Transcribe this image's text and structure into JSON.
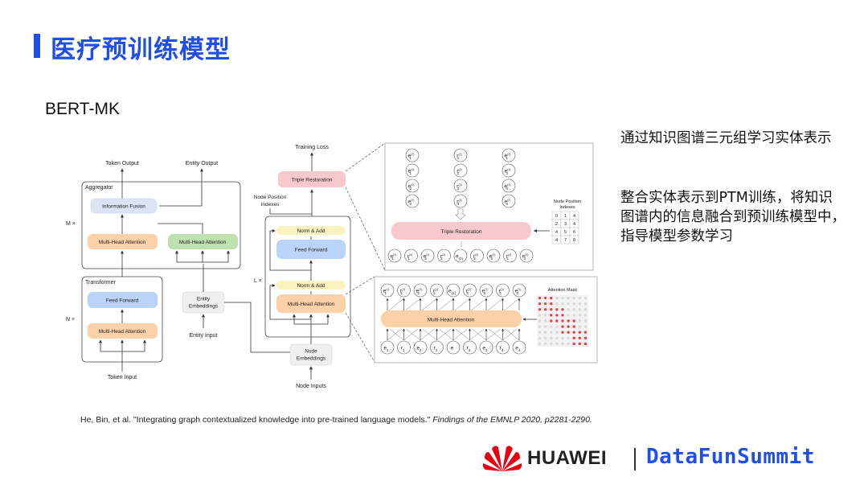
{
  "slide": {
    "title": "医疗预训练模型",
    "subtitle": "BERT-MK",
    "bullets": [
      "通过知识图谱三元组学习实体表示",
      "整合实体表示到PTM训练，将知识图谱内的信息融合到预训练模型中，指导模型参数学习"
    ],
    "citation_main": "He, Bin, et al. \"Integrating graph contextualized knowledge into pre-trained language models.\"",
    "citation_italic": "Findings of the EMNLP 2020, p2281-2290."
  },
  "diagram": {
    "left": {
      "token_output": "Token Output",
      "entity_output": "Entity Output",
      "aggregator": "Aggregator",
      "information_fusion": "Information Fusion",
      "mha_token": "Multi-Head Attention",
      "mha_entity": "Multi-Head Attention",
      "m_times": "M ×",
      "transformer": "Transformer",
      "feed_forward": "Feed Forward",
      "mha_transformer": "Multi-Head Attention",
      "n_times": "N ×",
      "entity_emb_1": "Entity",
      "entity_emb_2": "Embeddings",
      "entity_input": "Entity Input",
      "token_input": "Token Input"
    },
    "middle": {
      "training_loss": "Training Loss",
      "triple_restoration": "Triple Restoration",
      "node_pos_1": "Node Position",
      "node_pos_2": "Indexes",
      "norm_add_top": "Norm & Add",
      "feed_forward": "Feed Forward",
      "l_times": "L ×",
      "norm_add_bottom": "Norm & Add",
      "mha": "Multi-Head Attention",
      "node_emb_1": "Node",
      "node_emb_2": "Embeddings",
      "node_inputs": "Node Inputs"
    },
    "right_top": {
      "triple_restoration": "Triple Restoration",
      "node_pos_1": "Node Position",
      "node_pos_2": "Indexes",
      "index_grid": [
        "0",
        "1",
        "4",
        "2",
        "3",
        "4",
        "4",
        "5",
        "6",
        "4",
        "7",
        "8"
      ],
      "grid_symbols": [
        [
          "e",
          "1",
          "(2)"
        ],
        [
          "r",
          "1",
          "(2)"
        ],
        [
          "e",
          "1",
          "(2)"
        ],
        [
          "e",
          "1",
          "(2)"
        ],
        [
          "r",
          "2",
          "(2)"
        ],
        [
          "e",
          "3",
          "(2)"
        ],
        [
          "e",
          "2",
          "(2)"
        ],
        [
          "r",
          "3",
          "(2)"
        ],
        [
          "e",
          "4",
          "(2)"
        ],
        [
          "e",
          "3",
          "(2)"
        ],
        [
          "r",
          "4",
          "(2)"
        ],
        [
          "e",
          "4",
          "(2)"
        ]
      ],
      "bottom_row": [
        [
          "e",
          "1",
          "(2)"
        ],
        [
          "r",
          "1",
          "(2)"
        ],
        [
          "e",
          "2",
          "(2)"
        ],
        [
          "r",
          "2",
          "(2)"
        ],
        [
          "e",
          "(2)",
          ""
        ],
        [
          "r",
          "3",
          "(2)"
        ],
        [
          "e",
          "3",
          "(2)"
        ],
        [
          "r",
          "4",
          "(2)"
        ],
        [
          "e",
          "4",
          "(2)"
        ]
      ]
    },
    "right_bottom": {
      "attention_mask": "Attention Mask",
      "mha": "Multi-Head Attention",
      "top_row": [
        [
          "e",
          "1",
          "(1)"
        ],
        [
          "r",
          "1",
          "(1)"
        ],
        [
          "e",
          "2",
          "(1)"
        ],
        [
          "r",
          "2",
          "(1)"
        ],
        [
          "e",
          "(1)",
          ""
        ],
        [
          "r",
          "3",
          "(1)"
        ],
        [
          "e",
          "3",
          "(1)"
        ],
        [
          "r",
          "4",
          "(1)"
        ],
        [
          "e",
          "4",
          "(1)"
        ]
      ],
      "bottom_row": [
        [
          "e",
          "1",
          ""
        ],
        [
          "r",
          "1",
          ""
        ],
        [
          "e",
          "2",
          ""
        ],
        [
          "r",
          "2",
          ""
        ],
        [
          "e",
          "",
          ""
        ],
        [
          "r",
          "3",
          ""
        ],
        [
          "e",
          "3",
          ""
        ],
        [
          "r",
          "4",
          ""
        ],
        [
          "e",
          "4",
          ""
        ]
      ]
    }
  },
  "logos": {
    "huawei": "HUAWEI",
    "datafun": "DataFunSummit",
    "huawei_color": "#e60012",
    "datafun_color": "#1f4ee8"
  },
  "colors": {
    "accent": "#1f4ee8",
    "pink_box": "#f8c9cc",
    "orange_box": "#fcd1a7",
    "blue_box": "#b9d4f7",
    "green_box": "#bfe0b0",
    "yellow_box": "#fbf3bf",
    "gray_box": "#efefef"
  }
}
